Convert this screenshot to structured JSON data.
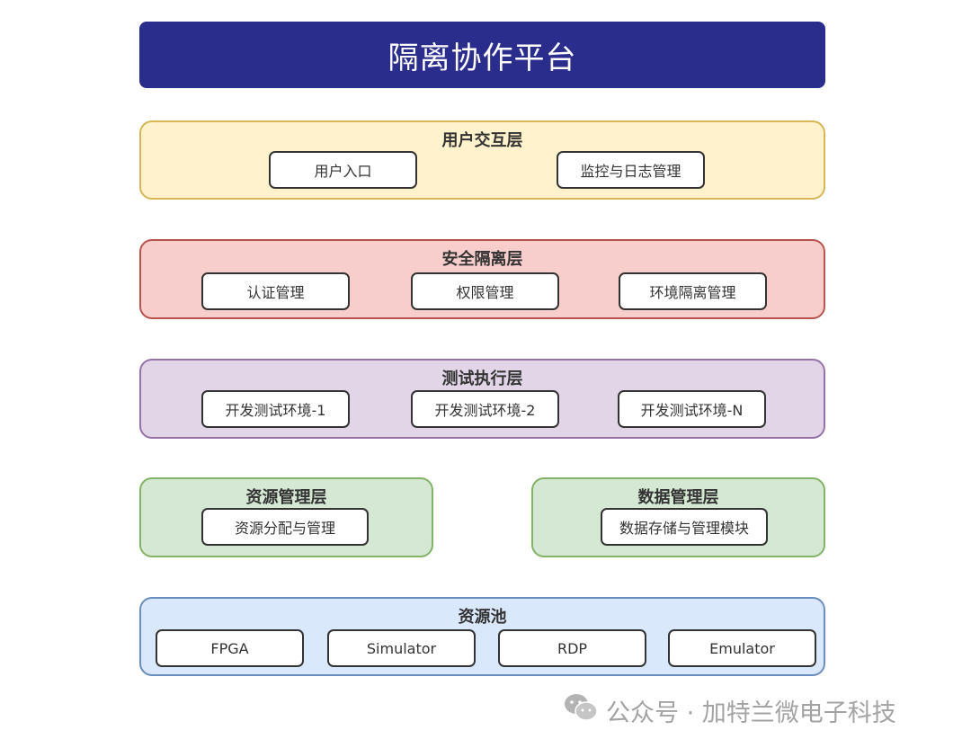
{
  "title": "隔离协作平台",
  "colors": {
    "title_bg": "#2b2d8c",
    "user_layer_bg": "#fff2cc",
    "user_layer_border": "#d6b656",
    "security_layer_bg": "#f8cecc",
    "security_layer_border": "#b85450",
    "test_layer_bg": "#e1d5e7",
    "test_layer_border": "#9673a6",
    "green_layer_bg": "#d5e8d4",
    "green_layer_border": "#82b366",
    "pool_layer_bg": "#dae8fc",
    "pool_layer_border": "#6c8ebf"
  },
  "layers": {
    "user": {
      "title": "用户交互层",
      "items": [
        "用户入口",
        "监控与日志管理"
      ]
    },
    "security": {
      "title": "安全隔离层",
      "items": [
        "认证管理",
        "权限管理",
        "环境隔离管理"
      ]
    },
    "test": {
      "title": "测试执行层",
      "items": [
        "开发测试环境-1",
        "开发测试环境-2",
        "开发测试环境-N"
      ]
    },
    "resource_mgmt": {
      "title": "资源管理层",
      "items": [
        "资源分配与管理"
      ]
    },
    "data_mgmt": {
      "title": "数据管理层",
      "items": [
        "数据存储与管理模块"
      ]
    },
    "pool": {
      "title": "资源池",
      "items": [
        "FPGA",
        "Simulator",
        "RDP",
        "Emulator"
      ]
    }
  },
  "watermark": {
    "icon": "wechat-icon",
    "text": "公众号 · 加特兰微电子科技"
  }
}
